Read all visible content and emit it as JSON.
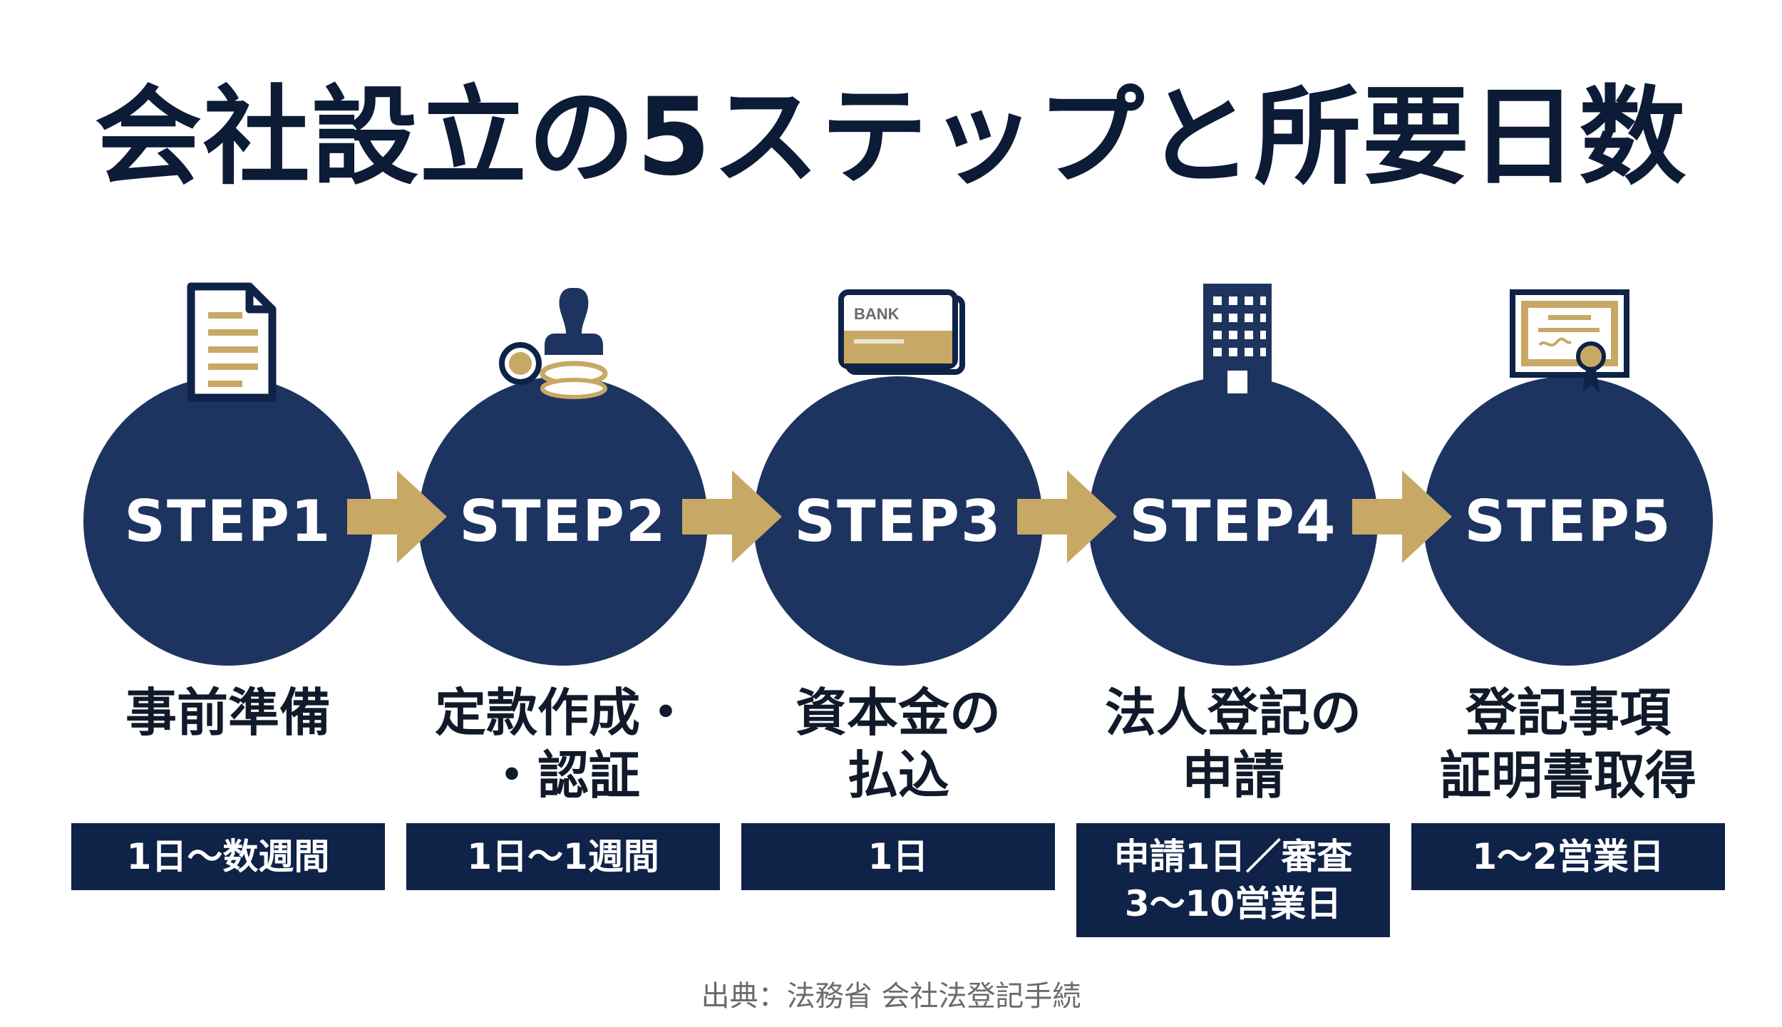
{
  "title": "会社設立の5ステップと所要日数",
  "colors": {
    "navy": "#1d3461",
    "dark_navy": "#0f2248",
    "gold": "#c7a865",
    "white": "#ffffff"
  },
  "steps": [
    {
      "label": "STEP1",
      "icon": "document-icon",
      "name_lines": [
        "事前準備"
      ],
      "duration_lines": [
        "1日〜数週間"
      ]
    },
    {
      "label": "STEP2",
      "icon": "stamp-icon",
      "name_lines": [
        "定款作成・",
        "・認証"
      ],
      "duration_lines": [
        "1日〜1週間"
      ]
    },
    {
      "label": "STEP3",
      "icon": "bank-card-icon",
      "bank_text": "BANK",
      "name_lines": [
        "資本金の",
        "払込"
      ],
      "duration_lines": [
        "1日"
      ]
    },
    {
      "label": "STEP4",
      "icon": "building-icon",
      "name_lines": [
        "法人登記の",
        "申請"
      ],
      "duration_lines": [
        "申請1日／審査",
        "3〜10営業日"
      ]
    },
    {
      "label": "STEP5",
      "icon": "certificate-icon",
      "name_lines": [
        "登記事項",
        "証明書取得"
      ],
      "duration_lines": [
        "1〜2営業日"
      ]
    }
  ],
  "arrow_icon": "arrow-right-icon",
  "source": "出典：法務省 会社法登記手続"
}
